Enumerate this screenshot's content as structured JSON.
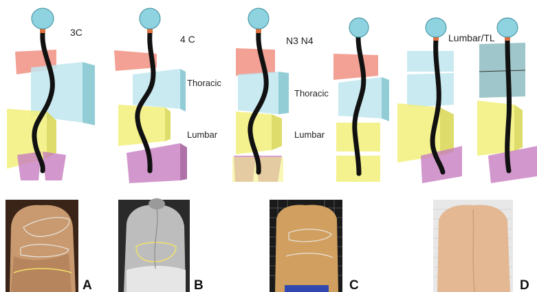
{
  "figure": {
    "model_labels": {
      "m1": "3C",
      "m2": "4 C",
      "m3": "N3 N4",
      "m5": "Lumbar/TL"
    },
    "region_labels": {
      "thoracic": "Thoracic",
      "lumbar": "Lumbar"
    },
    "panel_letters": [
      "A",
      "B",
      "C",
      "D"
    ],
    "colors": {
      "head": "#8fd3e0",
      "head_stroke": "#3a8a9a",
      "shoulder": "#f08a7a",
      "thoracic": "#bfe6ee",
      "thoracic_side": "#7fc4cf",
      "lumbar": "#f2f07a",
      "lumbar_side": "#d8d650",
      "pelvis": "#c77dc0",
      "pelvis_side": "#9a4f94",
      "skin_tan": "#c99a70",
      "skin_light": "#e3b893",
      "skin_bw": "#bdbdbd",
      "outline": "#f3e26b"
    }
  }
}
